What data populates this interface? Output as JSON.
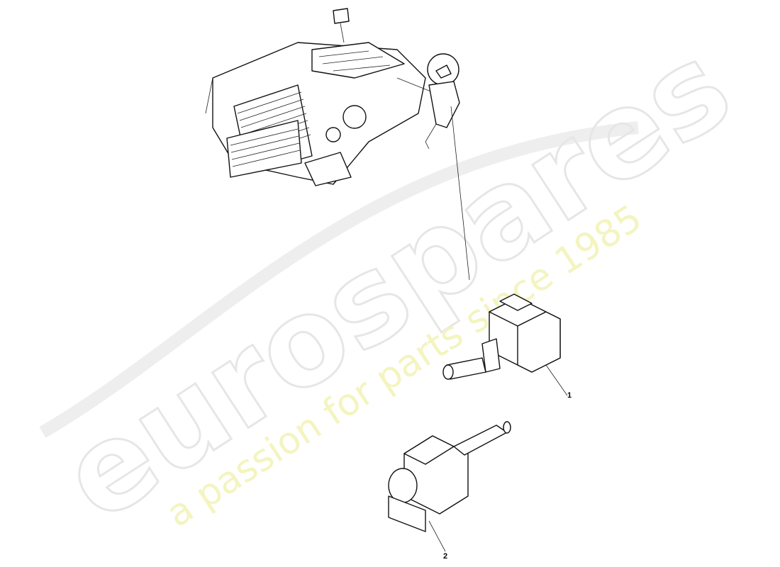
{
  "diagram": {
    "callouts": [
      {
        "id": "1",
        "label": "1"
      },
      {
        "id": "2",
        "label": "2"
      }
    ],
    "watermark": {
      "brand": "eurospares",
      "tagline": "a passion for parts since 1985"
    },
    "colors": {
      "line": "#111111",
      "watermark_brand": "#e6e6e6",
      "watermark_tagline": "#f4f4c0"
    }
  }
}
